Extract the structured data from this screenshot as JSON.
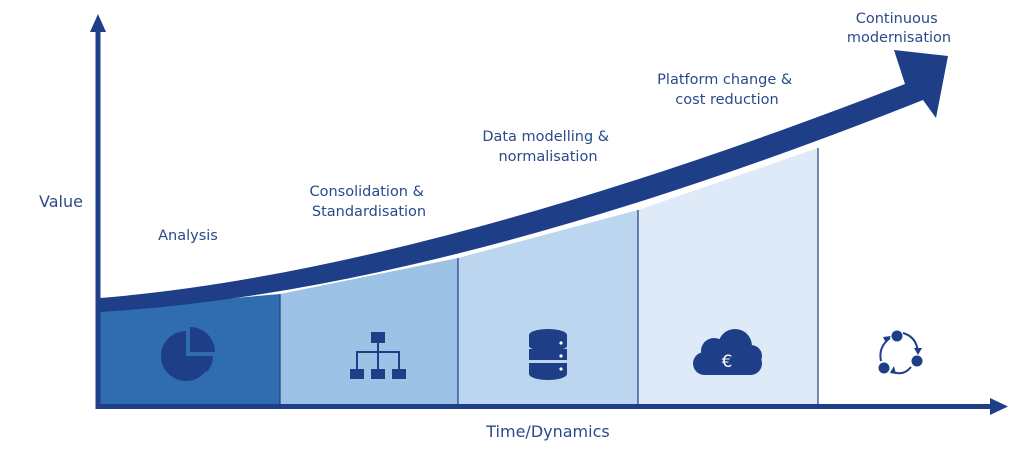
{
  "colors": {
    "navy": "#1e3f87",
    "stage1": "#2f6db0",
    "stage2": "#9cc2e6",
    "stage3": "#bcd6ef",
    "stage4": "#deeaf8",
    "stage5": "#ffffff"
  },
  "axes": {
    "y_label": "Value",
    "x_label": "Time/Dynamics"
  },
  "stages": [
    {
      "label_lines": [
        "Analysis"
      ],
      "icon": "pie-chart-icon"
    },
    {
      "label_lines": [
        "Consolidation &",
        "Standardisation"
      ],
      "icon": "org-chart-icon"
    },
    {
      "label_lines": [
        "Data modelling &",
        "normalisation"
      ],
      "icon": "database-icon"
    },
    {
      "label_lines": [
        "Platform change &",
        "cost reduction"
      ],
      "icon": "cloud-euro-icon"
    },
    {
      "label_lines": [
        "Continuous",
        "modernisation"
      ],
      "icon": "cycle-icon"
    }
  ],
  "euro_symbol": "€"
}
